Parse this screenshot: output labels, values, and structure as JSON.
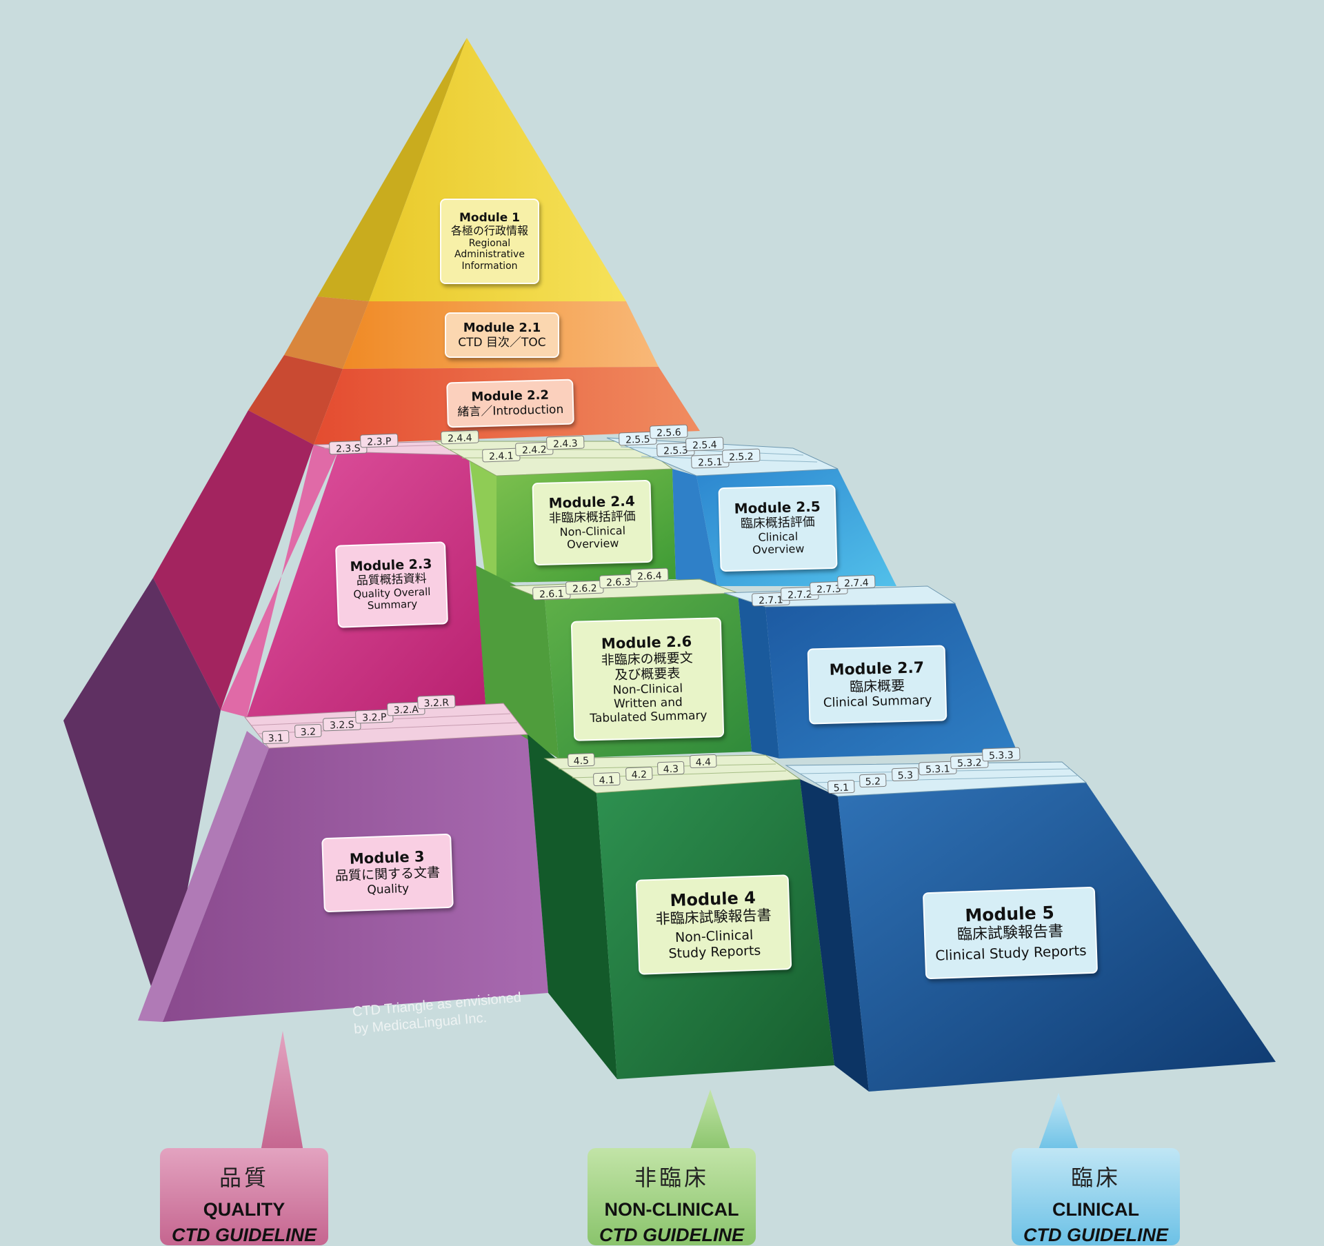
{
  "modules": {
    "m1": {
      "title": "Module 1",
      "jp": "各極の行政情報",
      "en": [
        "Regional",
        "Administrative",
        "Information"
      ],
      "color": "#f7f0a8"
    },
    "m21": {
      "title": "Module 2.1",
      "jp": "CTD 目次／TOC",
      "en": [],
      "color": "#fbd7b0"
    },
    "m22": {
      "title": "Module 2.2",
      "jp": "緒言／Introduction",
      "en": [],
      "color": "#fbd0bd"
    },
    "m23": {
      "title": "Module 2.3",
      "jp": "品質概括資料",
      "en": [
        "Quality Overall",
        "Summary"
      ],
      "color": "#f9cfe3"
    },
    "m24": {
      "title": "Module 2.4",
      "jp": "非臨床概括評価",
      "en": [
        "Non-Clinical",
        "Overview"
      ],
      "color": "#e8f4c8"
    },
    "m25": {
      "title": "Module 2.5",
      "jp": "臨床概括評価",
      "en": [
        "Clinical",
        "Overview"
      ],
      "color": "#d6eef6"
    },
    "m26": {
      "title": "Module 2.6",
      "jp": "非臨床の概要文\n及び概要表",
      "en": [
        "Non-Clinical",
        "Written and",
        "Tabulated Summary"
      ],
      "color": "#e8f4c8"
    },
    "m27": {
      "title": "Module 2.7",
      "jp": "臨床概要",
      "en": [
        "Clinical Summary"
      ],
      "color": "#d6eef6"
    },
    "m3": {
      "title": "Module 3",
      "jp": "品質に関する文書",
      "en": [
        "Quality"
      ],
      "color": "#f9cfe3"
    },
    "m4": {
      "title": "Module 4",
      "jp": "非臨床試験報告書",
      "en": [
        "Non-Clinical",
        "Study Reports"
      ],
      "color": "#e8f4c8"
    },
    "m5": {
      "title": "Module 5",
      "jp": "臨床試験報告書",
      "en": [
        "Clinical Study Reports"
      ],
      "color": "#d6eef6"
    }
  },
  "tabs": {
    "t23": [
      "2.3.S",
      "2.3.P"
    ],
    "t24": [
      "2.4.1",
      "2.4.2",
      "2.4.3",
      "2.4.4"
    ],
    "t25": [
      "2.5.1",
      "2.5.2",
      "2.5.3",
      "2.5.4",
      "2.5.5",
      "2.5.6"
    ],
    "t26": [
      "2.6.1",
      "2.6.2",
      "2.6.3",
      "2.6.4"
    ],
    "t27": [
      "2.7.1",
      "2.7.2",
      "2.7.3",
      "2.7.4"
    ],
    "t3": [
      "3.1",
      "3.2",
      "3.2.S",
      "3.2.P",
      "3.2.A",
      "3.2.R"
    ],
    "t4": [
      "4.1",
      "4.2",
      "4.3",
      "4.4",
      "4.5"
    ],
    "t5": [
      "5.1",
      "5.2",
      "5.3",
      "5.3.1",
      "5.3.2",
      "5.3.3"
    ]
  },
  "credit": [
    "CTD Triangle as envisioned",
    "by MedicaLingual Inc."
  ],
  "categories": {
    "quality": {
      "jp": "品質",
      "en": "QUALITY",
      "guideline": "CTD GUIDELINE"
    },
    "nonclinical": {
      "jp": "非臨床",
      "en": "NON-CLINICAL",
      "guideline": "CTD GUIDELINE"
    },
    "clinical": {
      "jp": "臨床",
      "en": "CLINICAL",
      "guideline": "CTD GUIDELINE"
    }
  },
  "colors": {
    "background": "#c9dcdd",
    "yellow": "#f2d531",
    "orange": "#f4973a",
    "red": "#ec6a45",
    "magenta": "#c72f82",
    "purple": "#8e4f93",
    "green": "#4fa73a",
    "dark_green": "#1f7a40",
    "light_blue": "#2aa6dc",
    "blue": "#1a62a6",
    "navy": "#123f78"
  }
}
